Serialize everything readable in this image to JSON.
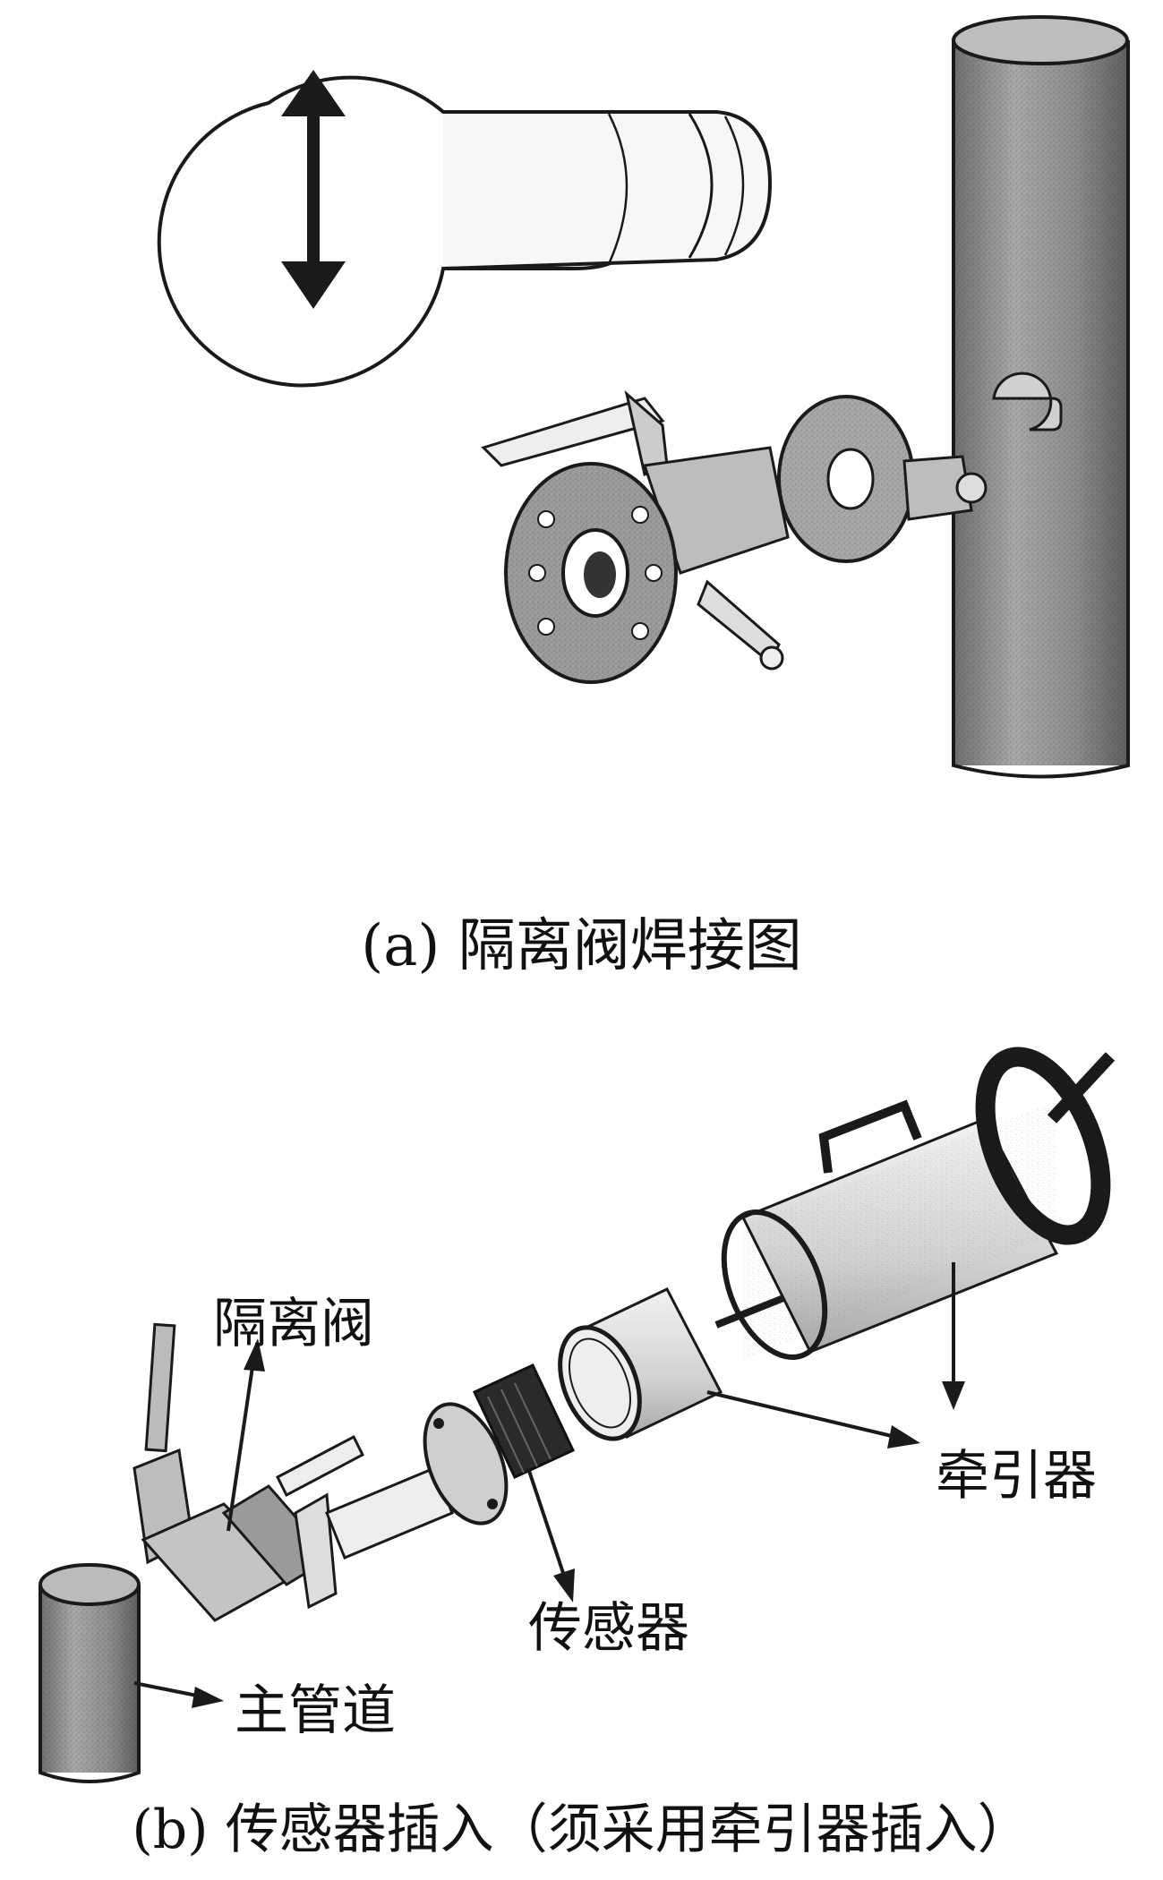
{
  "figure_a": {
    "caption": "(a) 隔离阀焊接图"
  },
  "figure_b": {
    "caption": "(b) 传感器插入（须采用牵引器插入）",
    "labels": {
      "valve": "隔离阀",
      "sensor": "传感器",
      "retractor": "牵引器",
      "main_pipe": "主管道"
    }
  },
  "colors": {
    "ink": "#1a1a1a",
    "pipe_fill": "#8a8a8a",
    "light_fill": "#dcdcdc",
    "sensor_band": "#2a2a2a"
  }
}
